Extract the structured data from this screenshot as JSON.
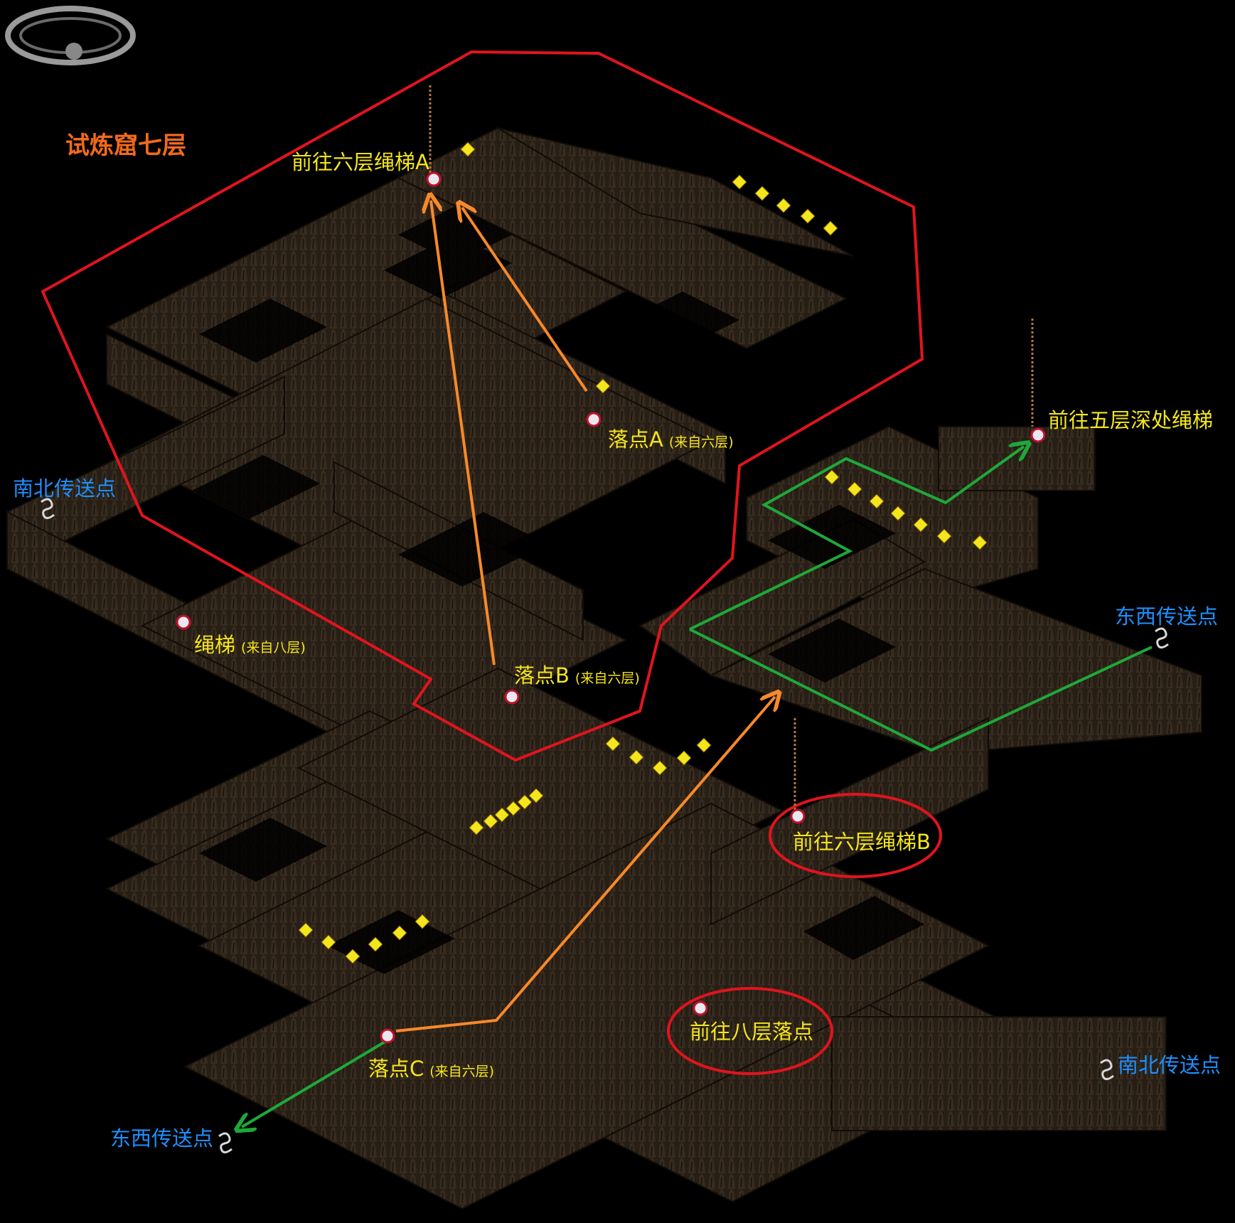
{
  "map": {
    "title": "试炼窟七层",
    "labels": {
      "rope_a": "前往六层绳梯A",
      "rope_5": "前往五层深处绳梯",
      "rope_b": "前往六层绳梯B",
      "drop_8": "前往八层落点",
      "drop_a": "落点A",
      "drop_b": "落点B",
      "drop_c": "落点C",
      "from_6": "(来自六层)",
      "rope_8": "绳梯",
      "from_8": "(来自八层)",
      "ns_tp": "南北传送点",
      "ew_tp": "东西传送点"
    },
    "colors": {
      "title": "#f26a1b",
      "label": "#f4e61c",
      "teleport": "#1e90ff",
      "zone_outline": "#e0141e",
      "path_orange": "#f7892a",
      "path_green": "#1ea83a",
      "walls": "#2b2218"
    },
    "icons": [
      "logo-emblem",
      "portal-icon",
      "teleport-icon",
      "item-marker-icon",
      "rope-icon"
    ]
  }
}
